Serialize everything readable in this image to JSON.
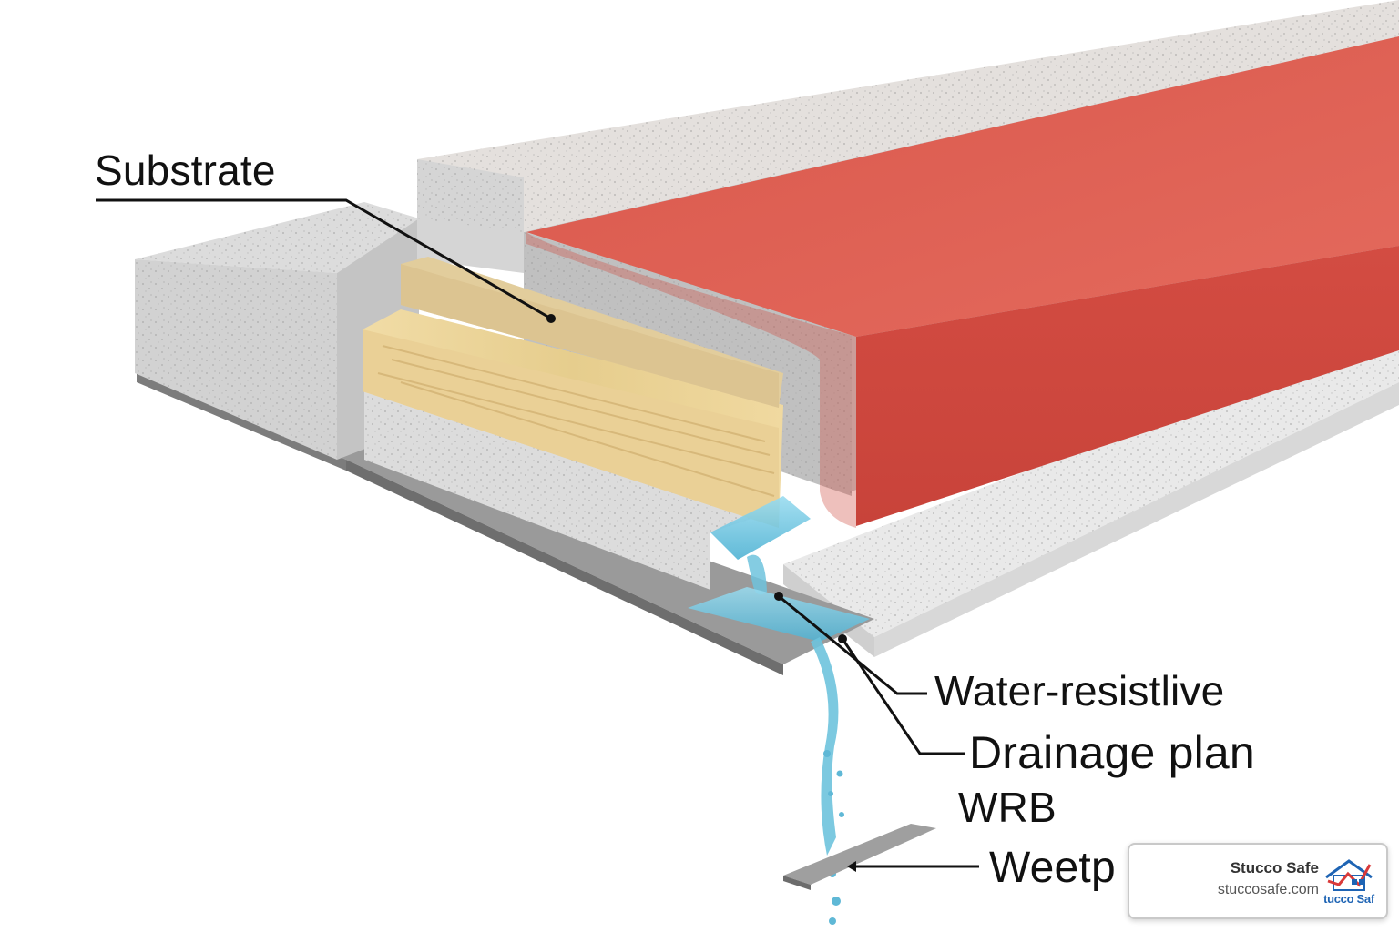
{
  "labels": {
    "substrate": "Substrate",
    "water_resistive": "Water-resistlive",
    "drainage_plane": "Drainage plan",
    "wrb": "WRB",
    "weep": "Weetp"
  },
  "brand": {
    "name": "Stucco Safe",
    "url": "stuccosafe.com",
    "logo_text": "tucco Saf"
  },
  "colors": {
    "stucco_red": "#d8564b",
    "wood": "#e9d39c",
    "concrete": "#d6d6d6",
    "metal_flashing": "#7a7a7a",
    "water": "#6ec3dd",
    "logo_red": "#d93a3a",
    "logo_blue": "#1e64b4"
  },
  "icons": [
    "house-check-logo-icon"
  ]
}
